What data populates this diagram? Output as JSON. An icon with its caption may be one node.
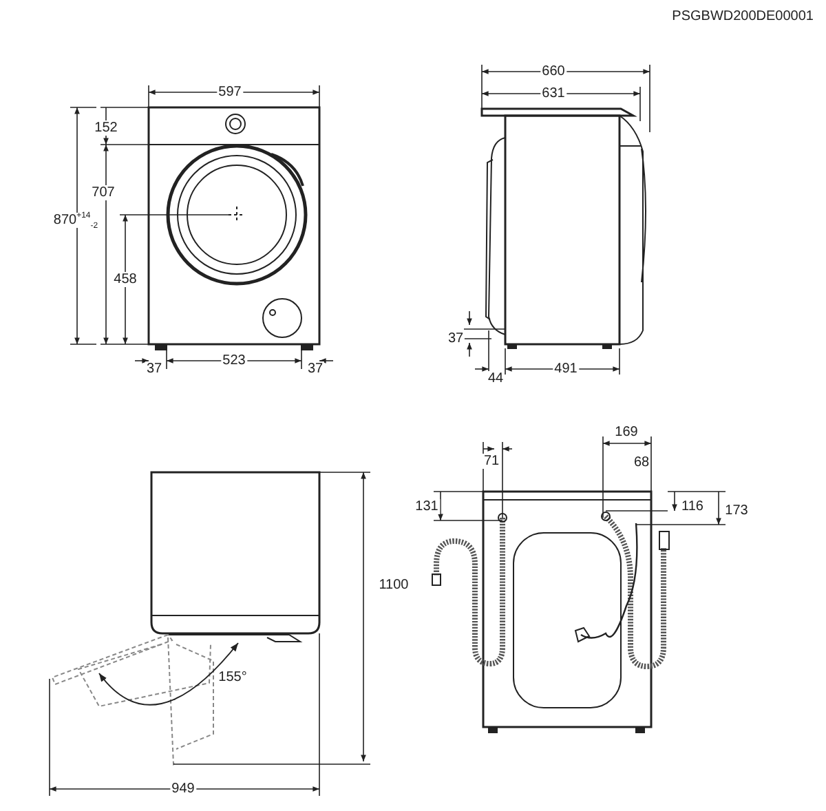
{
  "diagram": {
    "labels": [
      "PSGBWD200DE00001",
      "597",
      "660",
      "631",
      "152",
      "707",
      "870$^{+14}$$_{-2}$",
      "458",
      "37",
      "523",
      "37",
      "37",
      "44",
      "491",
      "169",
      "71",
      "68",
      "131",
      "116",
      "173",
      "1100",
      "155°",
      "949"
    ]
  }
}
